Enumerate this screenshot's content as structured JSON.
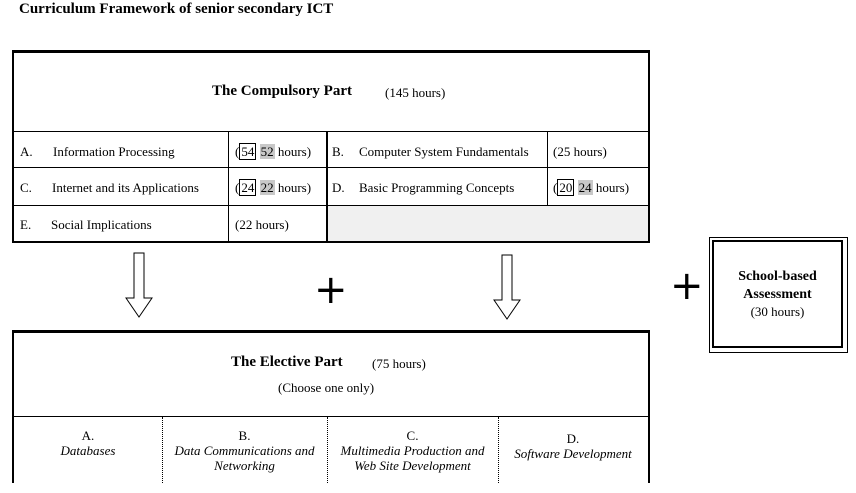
{
  "page_title": "Curriculum Framework of senior secondary ICT",
  "compulsory": {
    "title": "The Compulsory Part",
    "hours": "(145 hours)",
    "modules": [
      {
        "letter": "A.",
        "name": "Information Processing",
        "hours_open": "(",
        "old_hours": "54",
        "new_hours": "52",
        "hours_close": " hours)"
      },
      {
        "letter": "B.",
        "name": "Computer System Fundamentals",
        "hours": "(25 hours)"
      },
      {
        "letter": "C.",
        "name": "Internet and its Applications",
        "hours_open": "(",
        "old_hours": "24",
        "new_hours": "22",
        "hours_close": " hours)"
      },
      {
        "letter": "D.",
        "name": "Basic Programming Concepts",
        "hours_open": "(",
        "old_hours": "20",
        "new_hours": "24",
        "hours_close": " hours)"
      },
      {
        "letter": "E.",
        "name": "Social Implications",
        "hours": "(22 hours)"
      }
    ]
  },
  "plus_sign": "+",
  "school_based": {
    "title_line1": "School-based",
    "title_line2": "Assessment",
    "hours": "(30 hours)"
  },
  "elective": {
    "title": "The Elective Part",
    "hours": "(75 hours)",
    "note": "(Choose one only)",
    "options": [
      {
        "letter": "A.",
        "line1": "Databases",
        "line2": ""
      },
      {
        "letter": "B.",
        "line1": "Data Communications and",
        "line2": "Networking"
      },
      {
        "letter": "C.",
        "line1": "Multimedia Production and",
        "line2": "Web Site Development"
      },
      {
        "letter": "D.",
        "line1": "Software Development",
        "line2": ""
      }
    ]
  }
}
